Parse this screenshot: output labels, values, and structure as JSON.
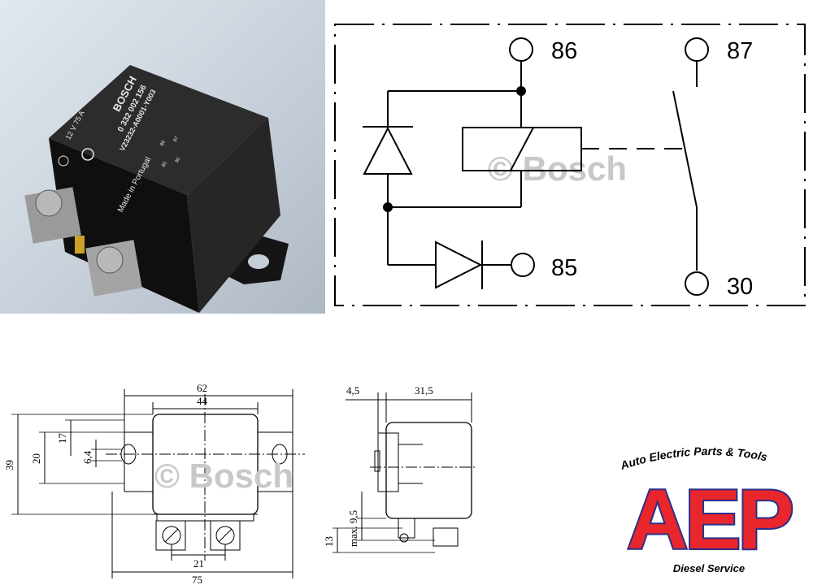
{
  "photo": {
    "brand": "BOSCH",
    "part_number": "0 332 002 156",
    "code": "V23232-A0001-Y003",
    "rating": "12 V 75 A",
    "origin": "Made in Portugal",
    "pin_86": "86",
    "pin_87": "87",
    "pin_85": "85",
    "pin_30": "30"
  },
  "schematic": {
    "terminals": {
      "t86": "86",
      "t87": "87",
      "t85": "85",
      "t30": "30"
    },
    "watermark": "© Bosch"
  },
  "front_view": {
    "watermark": "© Bosch",
    "dims": {
      "width_62": "62",
      "width_44": "44",
      "height_39": "39",
      "height_20": "20",
      "height_17": "17",
      "height_6_4": "6,4",
      "spacing_21": "21",
      "width_75": "75"
    }
  },
  "side_view": {
    "dims": {
      "d_4_5": "4,5",
      "d_31_5": "31,5",
      "d_max_9_5": "max. 9,5",
      "d_13": "13"
    }
  },
  "logo": {
    "top_text": "Auto Electric Parts & Tools",
    "letters": "AEP",
    "bottom_text": "Diesel Service"
  },
  "colors": {
    "logo_red": "#e8262b",
    "logo_blue": "#2a2f8a",
    "relay_body": "#1c1c1c"
  }
}
